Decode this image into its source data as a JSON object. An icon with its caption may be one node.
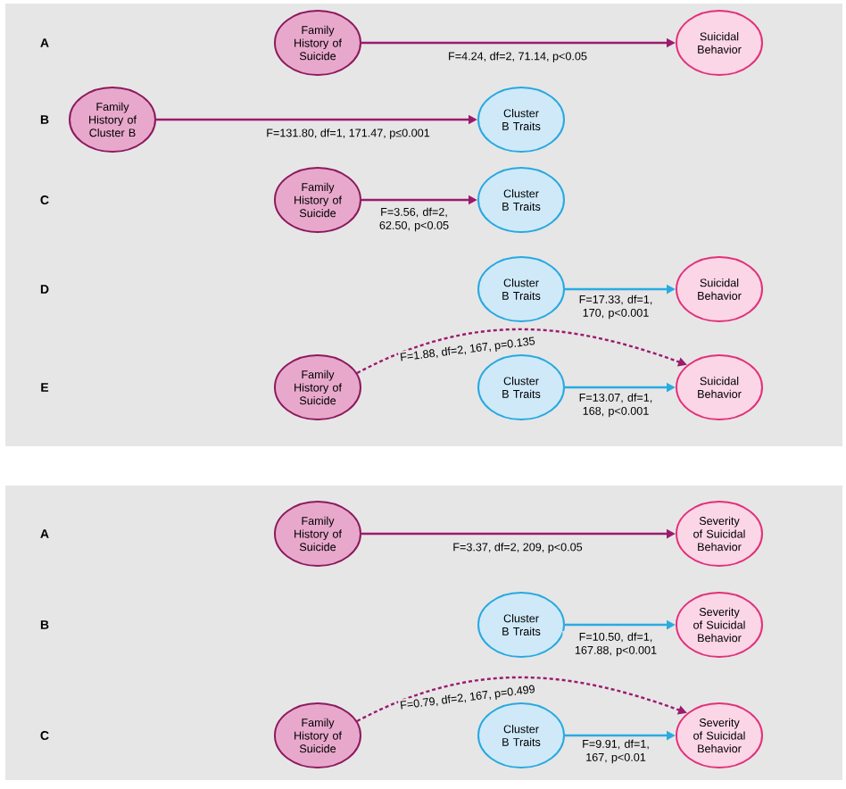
{
  "diagram": {
    "nodes": [
      {
        "text": [
          "Family History of Suicide"
        ]
      },
      {
        "text": [
          "Suicidal Behavior"
        ]
      },
      {
        "text": [
          "Family History of Cluster B"
        ]
      },
      {
        "text": [
          "Cluster B Traits"
        ]
      },
      {
        "text": [
          "Family History of Suicide"
        ]
      },
      {
        "text": [
          "Cluster B Traits"
        ]
      },
      {
        "text": [
          "Cluster B Traits"
        ]
      },
      {
        "text": [
          "Suicidal Behavior"
        ]
      },
      {
        "text": [
          "Family History of Suicide"
        ]
      },
      {
        "text": [
          "Cluster B Traits"
        ]
      },
      {
        "text": [
          "Suicidal Behavior"
        ]
      },
      {
        "text": [
          "Family History of Suicide"
        ]
      },
      {
        "text": [
          "Severity of Suicidal Behavior"
        ]
      },
      {
        "text": [
          "Cluster B Traits"
        ]
      },
      {
        "text": [
          "Severity of Suicidal Behavior"
        ]
      },
      {
        "text": [
          "Family History of Suicide"
        ]
      },
      {
        "text": [
          "Cluster B Traits"
        ]
      },
      {
        "text": [
          "Severity of Suicidal Behavior"
        ]
      }
    ],
    "edges": [
      {
        "from": 0,
        "to": 1,
        "arrow": "to",
        "label": "F=4.24, df=2, 71.14, p<0.05"
      },
      {
        "from": 2,
        "to": 3,
        "arrow": "to",
        "label": "F=131.80, df=1, 171.47, p≤0.001"
      },
      {
        "from": 4,
        "to": 5,
        "arrow": "to",
        "label": "F=3.56, df=2, 62.50, p<0.05"
      },
      {
        "from": 6,
        "to": 7,
        "arrow": "to",
        "label": "F=17.33, df=1, 170, p<0.001",
        "color": "#29abe2"
      },
      {
        "from": 8,
        "to": 10,
        "arrow": "to",
        "label": "F=1.88, df=2, 167, p=0.135",
        "style": "dashed"
      },
      {
        "from": 9,
        "to": 10,
        "arrow": "to",
        "label": "F=13.07, df=1, 168, p<0.001",
        "color": "#29abe2"
      },
      {
        "from": 11,
        "to": 12,
        "arrow": "to",
        "label": "F=3.37, df=2, 209, p<0.05"
      },
      {
        "from": 13,
        "to": 14,
        "arrow": "to",
        "label": "F=10.50, df=1, 167.88, p<0.001",
        "color": "#29abe2"
      },
      {
        "from": 15,
        "to": 17,
        "arrow": "to",
        "label": "F=0.79, df=2, 167, p=0.499",
        "style": "dashed"
      },
      {
        "from": 16,
        "to": 17,
        "arrow": "to",
        "label": "F=9.91, df=1, 167, p<0.01",
        "color": "#29abe2"
      }
    ],
    "labels": [
      "A",
      "B",
      "C",
      "D",
      "E",
      "A",
      "B",
      "C"
    ]
  }
}
